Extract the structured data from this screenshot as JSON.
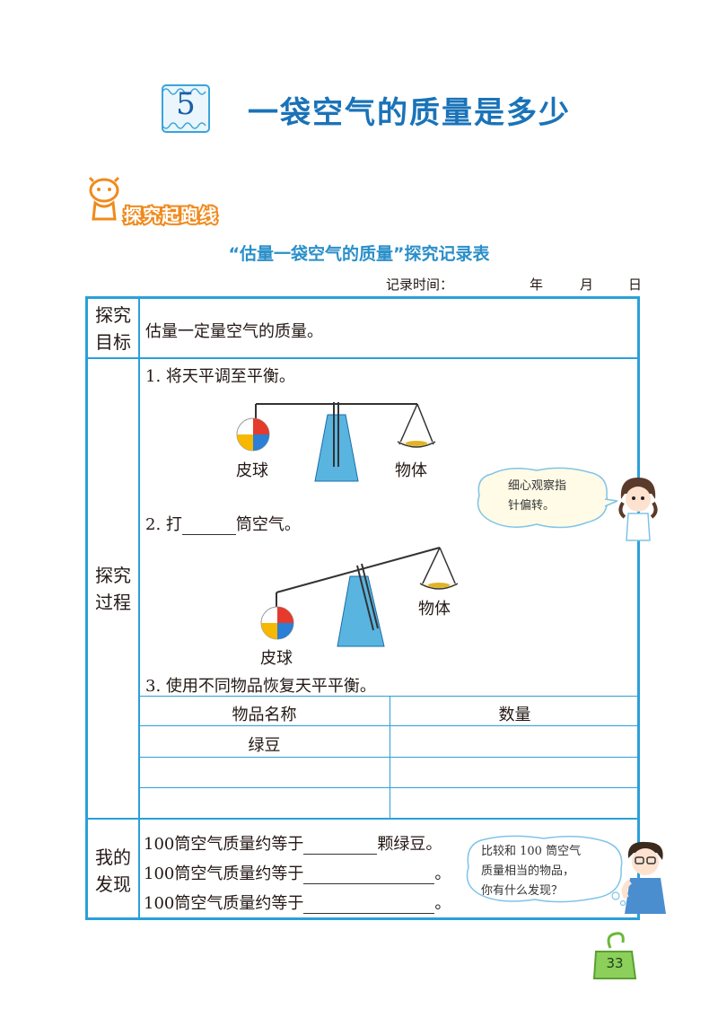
{
  "header": {
    "lesson_number": "5",
    "title": "一袋空气的质量是多少"
  },
  "section": {
    "label": "探究起跑线"
  },
  "record_table": {
    "title": "“估量一袋空气的质量”探究记录表",
    "time_label": "记录时间：",
    "year": "年",
    "month": "月",
    "day": "日"
  },
  "rows": {
    "goal_label_1": "探究",
    "goal_label_2": "目标",
    "goal_text": "估量一定量空气的质量。",
    "process_label_1": "探究",
    "process_label_2": "过程",
    "findings_label_1": "我的",
    "findings_label_2": "发现"
  },
  "process": {
    "step1": "1.  将天平调至平衡。",
    "step2_prefix": "2.  打",
    "step2_suffix": "筒空气。",
    "step3": "3.  使用不同物品恢复天平平衡。",
    "ball_label": "皮球",
    "object_label": "物体",
    "tip_girl_1": "细心观察指",
    "tip_girl_2": "针偏转。"
  },
  "items_table": {
    "headers": [
      "物品名称",
      "数量"
    ],
    "rows": [
      [
        "绿豆",
        ""
      ],
      [
        "",
        ""
      ],
      [
        "",
        ""
      ]
    ]
  },
  "findings": {
    "line1_prefix": "100筒空气质量约等于",
    "line1_suffix": "颗绿豆。",
    "line2_prefix": "100筒空气质量约等于",
    "line2_suffix": "。",
    "line3_prefix": "100筒空气质量约等于",
    "line3_suffix": "。",
    "tip_boy_1": "比较和 100 筒空气",
    "tip_boy_2": "质量相当的物品，",
    "tip_boy_3": "你有什么发现？"
  },
  "footer": {
    "page_number": "33"
  },
  "colors": {
    "title_blue": "#1a73b8",
    "frame_blue": "#2aa0d8",
    "section_orange": "#f08a1c",
    "footer_green": "#8ccf5a"
  }
}
